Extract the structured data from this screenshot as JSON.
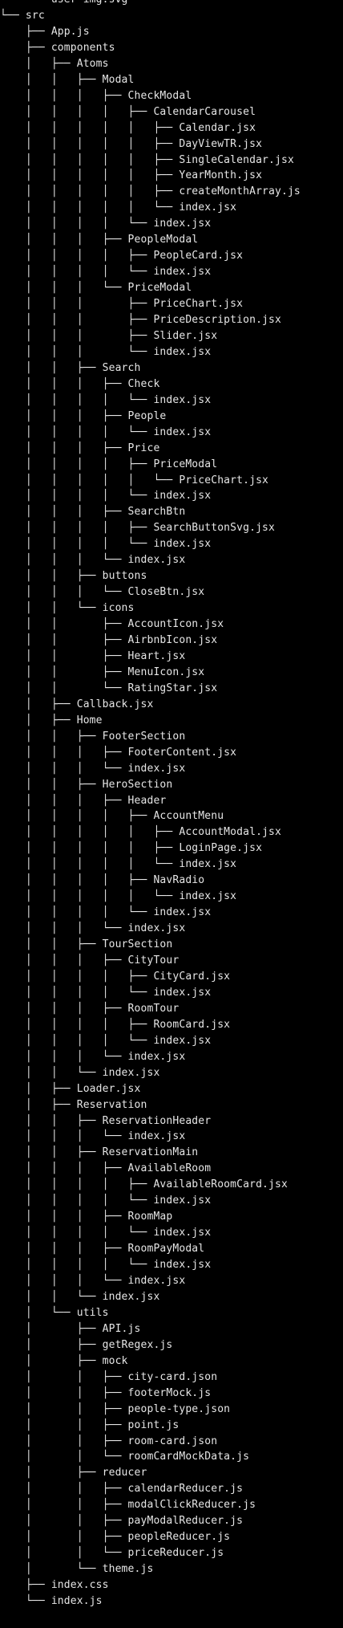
{
  "tree": [
    "    └── user-img.svg",
    "└── src",
    "    ├── App.js",
    "    ├── components",
    "    │   ├── Atoms",
    "    │   │   ├── Modal",
    "    │   │   │   ├── CheckModal",
    "    │   │   │   │   ├── CalendarCarousel",
    "    │   │   │   │   │   ├── Calendar.jsx",
    "    │   │   │   │   │   ├── DayViewTR.jsx",
    "    │   │   │   │   │   ├── SingleCalendar.jsx",
    "    │   │   │   │   │   ├── YearMonth.jsx",
    "    │   │   │   │   │   ├── createMonthArray.js",
    "    │   │   │   │   │   └── index.jsx",
    "    │   │   │   │   └── index.jsx",
    "    │   │   │   ├── PeopleModal",
    "    │   │   │   │   ├── PeopleCard.jsx",
    "    │   │   │   │   └── index.jsx",
    "    │   │   │   └── PriceModal",
    "    │   │   │       ├── PriceChart.jsx",
    "    │   │   │       ├── PriceDescription.jsx",
    "    │   │   │       ├── Slider.jsx",
    "    │   │   │       └── index.jsx",
    "    │   │   ├── Search",
    "    │   │   │   ├── Check",
    "    │   │   │   │   └── index.jsx",
    "    │   │   │   ├── People",
    "    │   │   │   │   └── index.jsx",
    "    │   │   │   ├── Price",
    "    │   │   │   │   ├── PriceModal",
    "    │   │   │   │   │   └── PriceChart.jsx",
    "    │   │   │   │   └── index.jsx",
    "    │   │   │   ├── SearchBtn",
    "    │   │   │   │   ├── SearchButtonSvg.jsx",
    "    │   │   │   │   └── index.jsx",
    "    │   │   │   └── index.jsx",
    "    │   │   ├── buttons",
    "    │   │   │   └── CloseBtn.jsx",
    "    │   │   └── icons",
    "    │   │       ├── AccountIcon.jsx",
    "    │   │       ├── AirbnbIcon.jsx",
    "    │   │       ├── Heart.jsx",
    "    │   │       ├── MenuIcon.jsx",
    "    │   │       └── RatingStar.jsx",
    "    │   ├── Callback.jsx",
    "    │   ├── Home",
    "    │   │   ├── FooterSection",
    "    │   │   │   ├── FooterContent.jsx",
    "    │   │   │   └── index.jsx",
    "    │   │   ├── HeroSection",
    "    │   │   │   ├── Header",
    "    │   │   │   │   ├── AccountMenu",
    "    │   │   │   │   │   ├── AccountModal.jsx",
    "    │   │   │   │   │   ├── LoginPage.jsx",
    "    │   │   │   │   │   └── index.jsx",
    "    │   │   │   │   ├── NavRadio",
    "    │   │   │   │   │   └── index.jsx",
    "    │   │   │   │   └── index.jsx",
    "    │   │   │   └── index.jsx",
    "    │   │   ├── TourSection",
    "    │   │   │   ├── CityTour",
    "    │   │   │   │   ├── CityCard.jsx",
    "    │   │   │   │   └── index.jsx",
    "    │   │   │   ├── RoomTour",
    "    │   │   │   │   ├── RoomCard.jsx",
    "    │   │   │   │   └── index.jsx",
    "    │   │   │   └── index.jsx",
    "    │   │   └── index.jsx",
    "    │   ├── Loader.jsx",
    "    │   ├── Reservation",
    "    │   │   ├── ReservationHeader",
    "    │   │   │   └── index.jsx",
    "    │   │   ├── ReservationMain",
    "    │   │   │   ├── AvailableRoom",
    "    │   │   │   │   ├── AvailableRoomCard.jsx",
    "    │   │   │   │   └── index.jsx",
    "    │   │   │   ├── RoomMap",
    "    │   │   │   │   └── index.jsx",
    "    │   │   │   ├── RoomPayModal",
    "    │   │   │   │   └── index.jsx",
    "    │   │   │   └── index.jsx",
    "    │   │   └── index.jsx",
    "    │   └── utils",
    "    │       ├── API.js",
    "    │       ├── getRegex.js",
    "    │       ├── mock",
    "    │       │   ├── city-card.json",
    "    │       │   ├── footerMock.js",
    "    │       │   ├── people-type.json",
    "    │       │   ├── point.js",
    "    │       │   ├── room-card.json",
    "    │       │   └── roomCardMockData.js",
    "    │       ├── reducer",
    "    │       │   ├── calendarReducer.js",
    "    │       │   ├── modalClickReducer.js",
    "    │       │   ├── payModalReducer.js",
    "    │       │   ├── peopleReducer.js",
    "    │       │   └── priceReducer.js",
    "    │       └── theme.js",
    "    ├── index.css",
    "    └── index.js"
  ]
}
